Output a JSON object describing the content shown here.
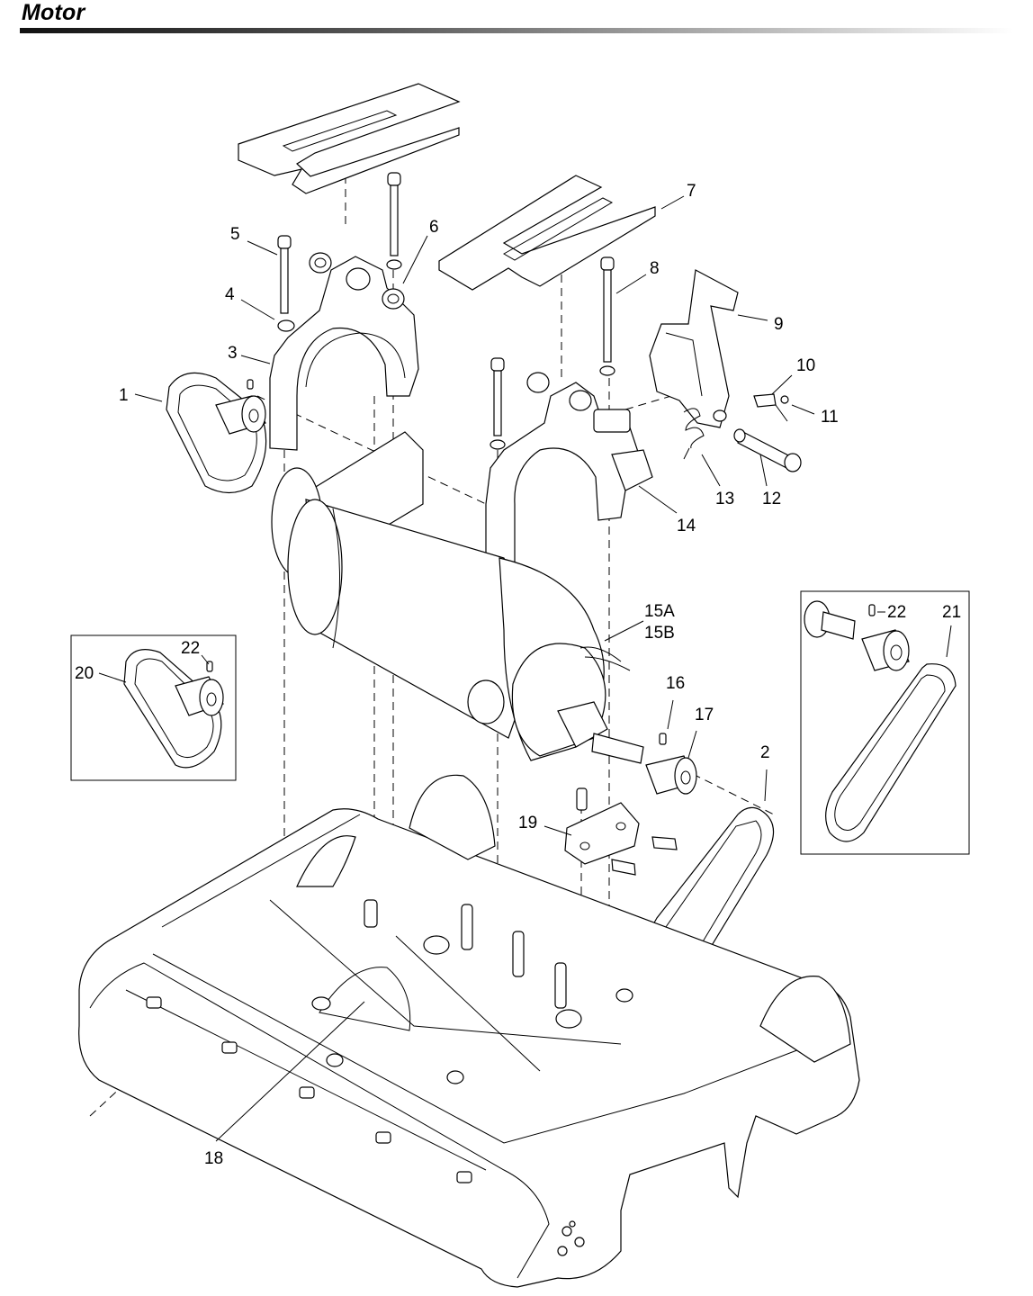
{
  "header": {
    "title": "Motor"
  },
  "callouts": {
    "c1": "1",
    "c2": "2",
    "c3": "3",
    "c4": "4",
    "c5": "5",
    "c6": "6",
    "c7": "7",
    "c8": "8",
    "c9": "9",
    "c10": "10",
    "c11": "11",
    "c12": "12",
    "c13": "13",
    "c14": "14",
    "c15a": "15A",
    "c15b": "15B",
    "c16": "16",
    "c17": "17",
    "c18": "18",
    "c19": "19",
    "c20": "20",
    "c21": "21",
    "c22a": "22",
    "c22b": "22"
  },
  "icons": [
    "motor-drawing",
    "belt-drawing",
    "pulley-drawing",
    "bracket-drawing",
    "base-housing-drawing"
  ]
}
